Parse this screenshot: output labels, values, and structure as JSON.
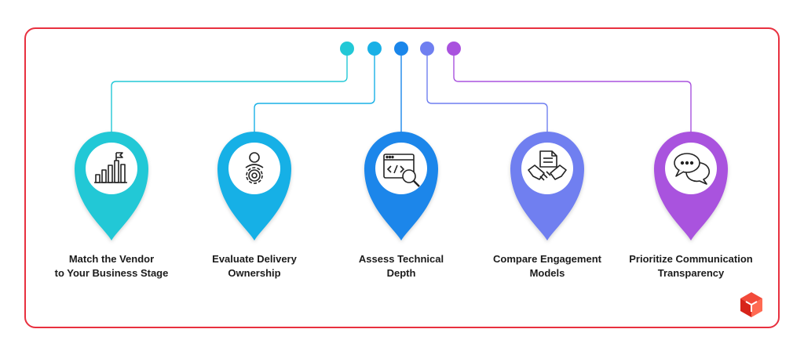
{
  "steps": [
    {
      "label_lines": [
        "Match the Vendor",
        "to Your Business Stage"
      ],
      "icon": "bar-chart-flag-icon",
      "color": "#22c8d6"
    },
    {
      "label_lines": [
        "Evaluate Delivery",
        "Ownership"
      ],
      "icon": "person-gear-icon",
      "color": "#19b0e6"
    },
    {
      "label_lines": [
        "Assess Technical",
        "Depth"
      ],
      "icon": "code-window-magnifier-icon",
      "color": "#1a86ea"
    },
    {
      "label_lines": [
        "Compare Engagement",
        "Models"
      ],
      "icon": "handshake-document-icon",
      "color": "#6f7ff0"
    },
    {
      "label_lines": [
        "Prioritize Communication",
        "Transparency"
      ],
      "icon": "chat-bubbles-icon",
      "color": "#a952de"
    }
  ],
  "frame_color": "#e8303f",
  "logo_icon": "brand-cube-logo-icon"
}
